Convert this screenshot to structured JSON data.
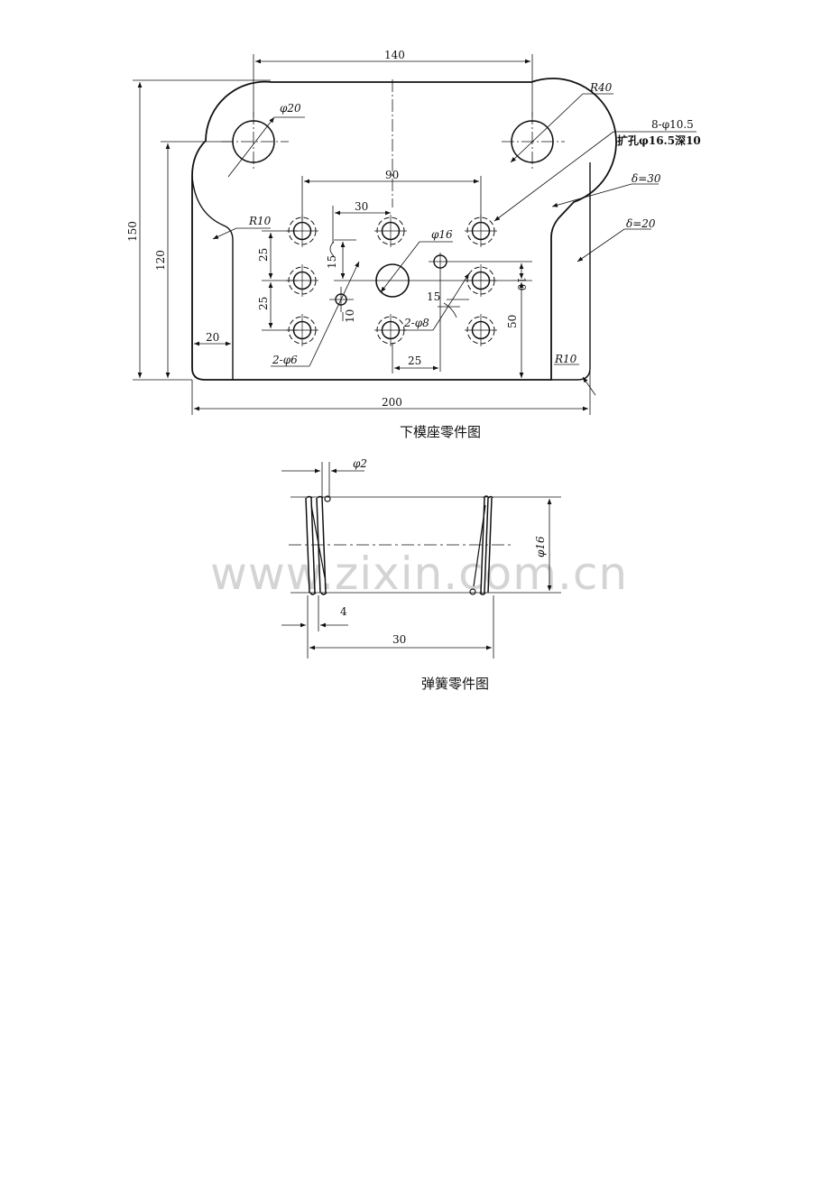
{
  "watermark": "www.zixin.com.cn",
  "die_base": {
    "caption": "下模座零件图",
    "dims": {
      "top_width": "140",
      "dia20": "φ20",
      "r40": "R40",
      "holes_count": "8-φ10.5",
      "holes_counterbore": "扩孔φ16.5深10",
      "d30": "δ=30",
      "d20": "δ=20",
      "span90": "90",
      "span30": "30",
      "r10_left": "R10",
      "dia16": "φ16",
      "v25_upper": "25",
      "v25_lower": "25",
      "v15_left": "15",
      "v10_left": "10",
      "v10_right": "10",
      "v15_right": "15",
      "dia8": "2-φ8",
      "dia6": "2-φ6",
      "v50": "50",
      "h20": "20",
      "h25": "25",
      "r10_right": "R10",
      "height150": "150",
      "height120": "120",
      "width200": "200"
    }
  },
  "spring": {
    "caption": "弹簧零件图",
    "dims": {
      "wire": "φ2",
      "outer_dia": "φ16",
      "pitch": "4",
      "length": "30"
    }
  }
}
